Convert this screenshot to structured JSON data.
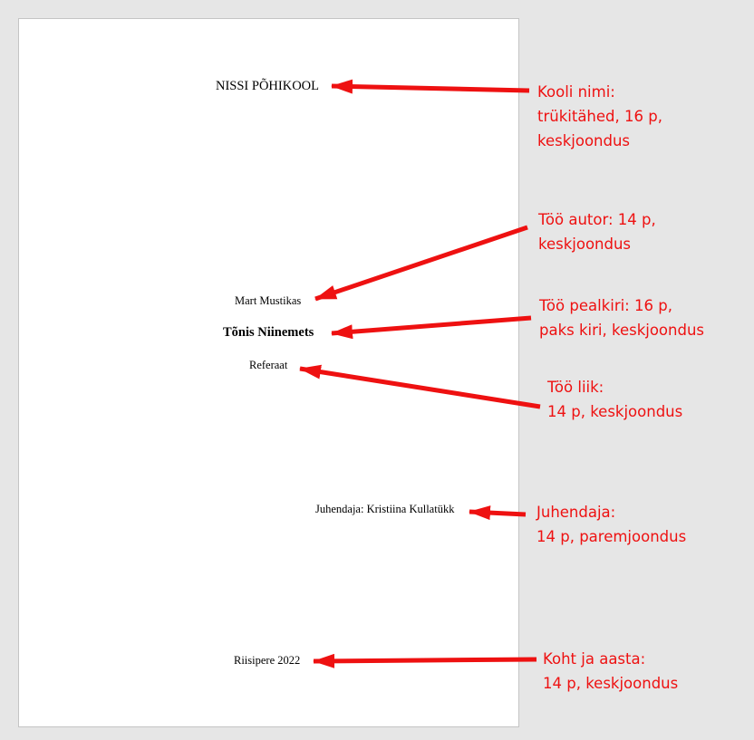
{
  "document": {
    "school_name": "NISSI PÕHIKOOL",
    "author": "Mart Mustikas",
    "title": "Tõnis Niinemets",
    "work_type": "Referaat",
    "supervisor": "Juhendaja: Kristiina Kullatükk",
    "place_year": "Riisipere 2022"
  },
  "annotations": {
    "school": {
      "line1": "Kooli nimi:",
      "line2": "trükitähed, 16 p,",
      "line3": "keskjoondus"
    },
    "author": {
      "line1": "Töö autor: 14 p,",
      "line2": "keskjoondus"
    },
    "title": {
      "line1": "Töö pealkiri: 16 p,",
      "line2": "paks kiri, keskjoondus"
    },
    "type": {
      "line1": "Töö liik:",
      "line2": "14 p, keskjoondus"
    },
    "supervisor": {
      "line1": "Juhendaja:",
      "line2": "14 p, paremjoondus"
    },
    "place": {
      "line1": "Koht ja aasta:",
      "line2": "14 p, keskjoondus"
    }
  },
  "colors": {
    "annotation": "#ee1111",
    "page": "#ffffff",
    "background": "#e6e6e6"
  }
}
